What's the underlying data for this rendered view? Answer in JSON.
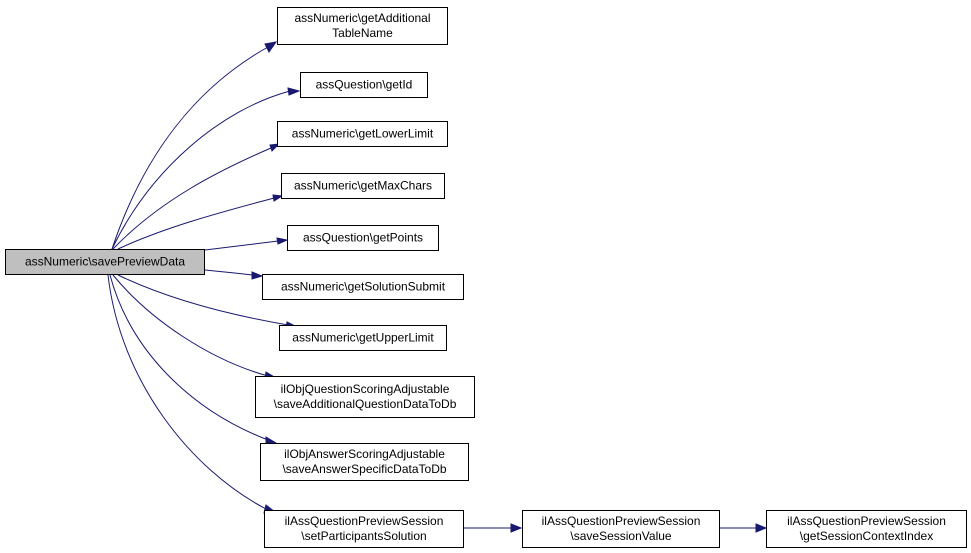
{
  "diagram": {
    "type": "call-graph",
    "edge_color": "#191970",
    "root_fill": "#bfbfbf",
    "nodes": [
      {
        "id": "root",
        "lines": [
          "assNumeric\\savePreviewData"
        ],
        "root": true
      },
      {
        "id": "n1",
        "lines": [
          "assNumeric\\getAdditional",
          "TableName"
        ]
      },
      {
        "id": "n2",
        "lines": [
          "assQuestion\\getId"
        ]
      },
      {
        "id": "n3",
        "lines": [
          "assNumeric\\getLowerLimit"
        ]
      },
      {
        "id": "n4",
        "lines": [
          "assNumeric\\getMaxChars"
        ]
      },
      {
        "id": "n5",
        "lines": [
          "assQuestion\\getPoints"
        ]
      },
      {
        "id": "n6",
        "lines": [
          "assNumeric\\getSolutionSubmit"
        ]
      },
      {
        "id": "n7",
        "lines": [
          "assNumeric\\getUpperLimit"
        ]
      },
      {
        "id": "n8",
        "lines": [
          "ilObjQuestionScoringAdjustable",
          "\\saveAdditionalQuestionDataToDb"
        ]
      },
      {
        "id": "n9",
        "lines": [
          "ilObjAnswerScoringAdjustable",
          "\\saveAnswerSpecificDataToDb"
        ]
      },
      {
        "id": "n10",
        "lines": [
          "ilAssQuestionPreviewSession",
          "\\setParticipantsSolution"
        ]
      },
      {
        "id": "n11",
        "lines": [
          "ilAssQuestionPreviewSession",
          "\\saveSessionValue"
        ]
      },
      {
        "id": "n12",
        "lines": [
          "ilAssQuestionPreviewSession",
          "\\getSessionContextIndex"
        ]
      }
    ],
    "edges": [
      {
        "from": "root",
        "to": "n1"
      },
      {
        "from": "root",
        "to": "n2"
      },
      {
        "from": "root",
        "to": "n3"
      },
      {
        "from": "root",
        "to": "n4"
      },
      {
        "from": "root",
        "to": "n5"
      },
      {
        "from": "root",
        "to": "n6"
      },
      {
        "from": "root",
        "to": "n7"
      },
      {
        "from": "root",
        "to": "n8"
      },
      {
        "from": "root",
        "to": "n9"
      },
      {
        "from": "root",
        "to": "n10"
      },
      {
        "from": "n10",
        "to": "n11"
      },
      {
        "from": "n11",
        "to": "n12"
      }
    ]
  }
}
